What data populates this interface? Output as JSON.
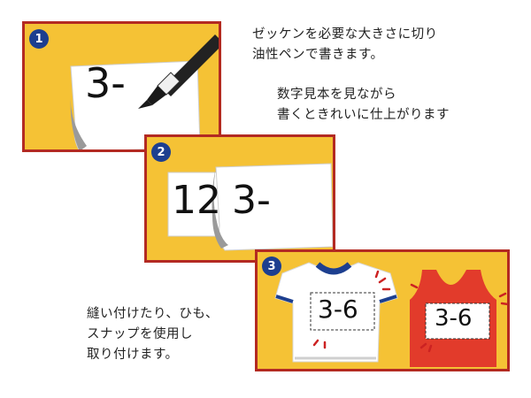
{
  "steps": [
    {
      "number": "1",
      "sheet_text": "3-"
    },
    {
      "number": "2",
      "sheet_text_left": "12",
      "sheet_text_right": "3-"
    },
    {
      "number": "3",
      "tshirt_number": "3-6",
      "tank_number": "3-6"
    }
  ],
  "notes": {
    "cut_and_write": [
      "ゼッケンを必要な大きさに切り",
      "油性ペンで書きます。"
    ],
    "sample_tip": [
      "数字見本を見ながら",
      "書くときれいに仕上がります"
    ],
    "attach": [
      "縫い付けたり、ひも、",
      "スナップを使用し",
      "取り付けます。"
    ]
  },
  "colors": {
    "panel_bg": "#f5c235",
    "panel_border": "#b32a22",
    "badge": "#1d3f8f",
    "tank_top": "#e23b2b",
    "tshirt_trim": "#1d3f8f"
  },
  "icons": [
    "marker-pen-icon",
    "tshirt-icon",
    "tank-top-icon",
    "sparkle-mark-icon"
  ]
}
